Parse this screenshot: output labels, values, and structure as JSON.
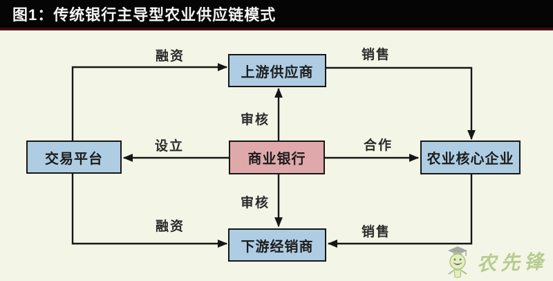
{
  "header": {
    "title": "图1：传统银行主导型农业供应链模式"
  },
  "diagram": {
    "nodes": [
      {
        "id": "upstream-supplier",
        "label": "上游供应商",
        "fill": "#aecde3"
      },
      {
        "id": "trading-platform",
        "label": "交易平台",
        "fill": "#aecde3"
      },
      {
        "id": "commercial-bank",
        "label": "商业银行",
        "fill": "#dfa9ac"
      },
      {
        "id": "agri-core-enterprise",
        "label": "农业核心企业",
        "fill": "#aecde3"
      },
      {
        "id": "downstream-distributor",
        "label": "下游经销商",
        "fill": "#aecde3"
      }
    ],
    "edges": [
      {
        "from": "交易平台",
        "to": "上游供应商",
        "label": "融资"
      },
      {
        "from": "上游供应商",
        "to": "农业核心企业",
        "label": "销售"
      },
      {
        "from": "商业银行",
        "to": "上游供应商",
        "label": "审核"
      },
      {
        "from": "商业银行",
        "to": "交易平台",
        "label": "设立"
      },
      {
        "from": "商业银行",
        "to": "农业核心企业",
        "label": "合作"
      },
      {
        "from": "商业银行",
        "to": "下游经销商",
        "label": "审核"
      },
      {
        "from": "交易平台",
        "to": "下游经销商",
        "label": "融资"
      },
      {
        "from": "农业核心企业",
        "to": "下游经销商",
        "label": "销售"
      }
    ]
  },
  "watermark": {
    "text": "农先锋"
  },
  "colors": {
    "canvas_background": "#f3f5e7",
    "title_bar": "#050505",
    "title_text": "#f5f5f5",
    "title_accent_line": "#4a0909",
    "node_blue": "#aecde3",
    "node_pink": "#dfa9ac",
    "line": "#161616",
    "watermark_green": "#a3bf72"
  }
}
